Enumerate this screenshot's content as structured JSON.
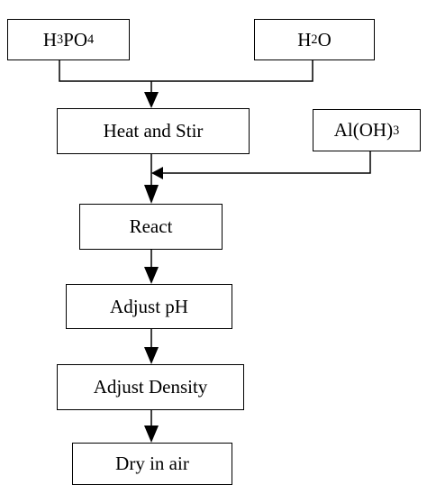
{
  "nodes": {
    "h3po4": {
      "base": [
        "H",
        "PO"
      ],
      "subs": [
        "3",
        "4"
      ]
    },
    "h2o": {
      "base": [
        "H",
        "O"
      ],
      "subs": [
        "2",
        ""
      ]
    },
    "heat": {
      "label": "Heat and Stir"
    },
    "aloh3": {
      "base": [
        "Al(OH)"
      ],
      "subs": [
        "3"
      ]
    },
    "react": {
      "label": "React"
    },
    "ph": {
      "label": "Adjust pH"
    },
    "density": {
      "label": "Adjust Density"
    },
    "dry": {
      "label": "Dry in air"
    }
  },
  "edges": [
    {
      "from": "h3po4",
      "to": "heat"
    },
    {
      "from": "h2o",
      "to": "heat"
    },
    {
      "from": "heat",
      "to": "react"
    },
    {
      "from": "aloh3",
      "to": "react"
    },
    {
      "from": "react",
      "to": "ph"
    },
    {
      "from": "ph",
      "to": "density"
    },
    {
      "from": "density",
      "to": "dry"
    }
  ],
  "colors": {
    "stroke": "#000000",
    "background": "#ffffff"
  }
}
